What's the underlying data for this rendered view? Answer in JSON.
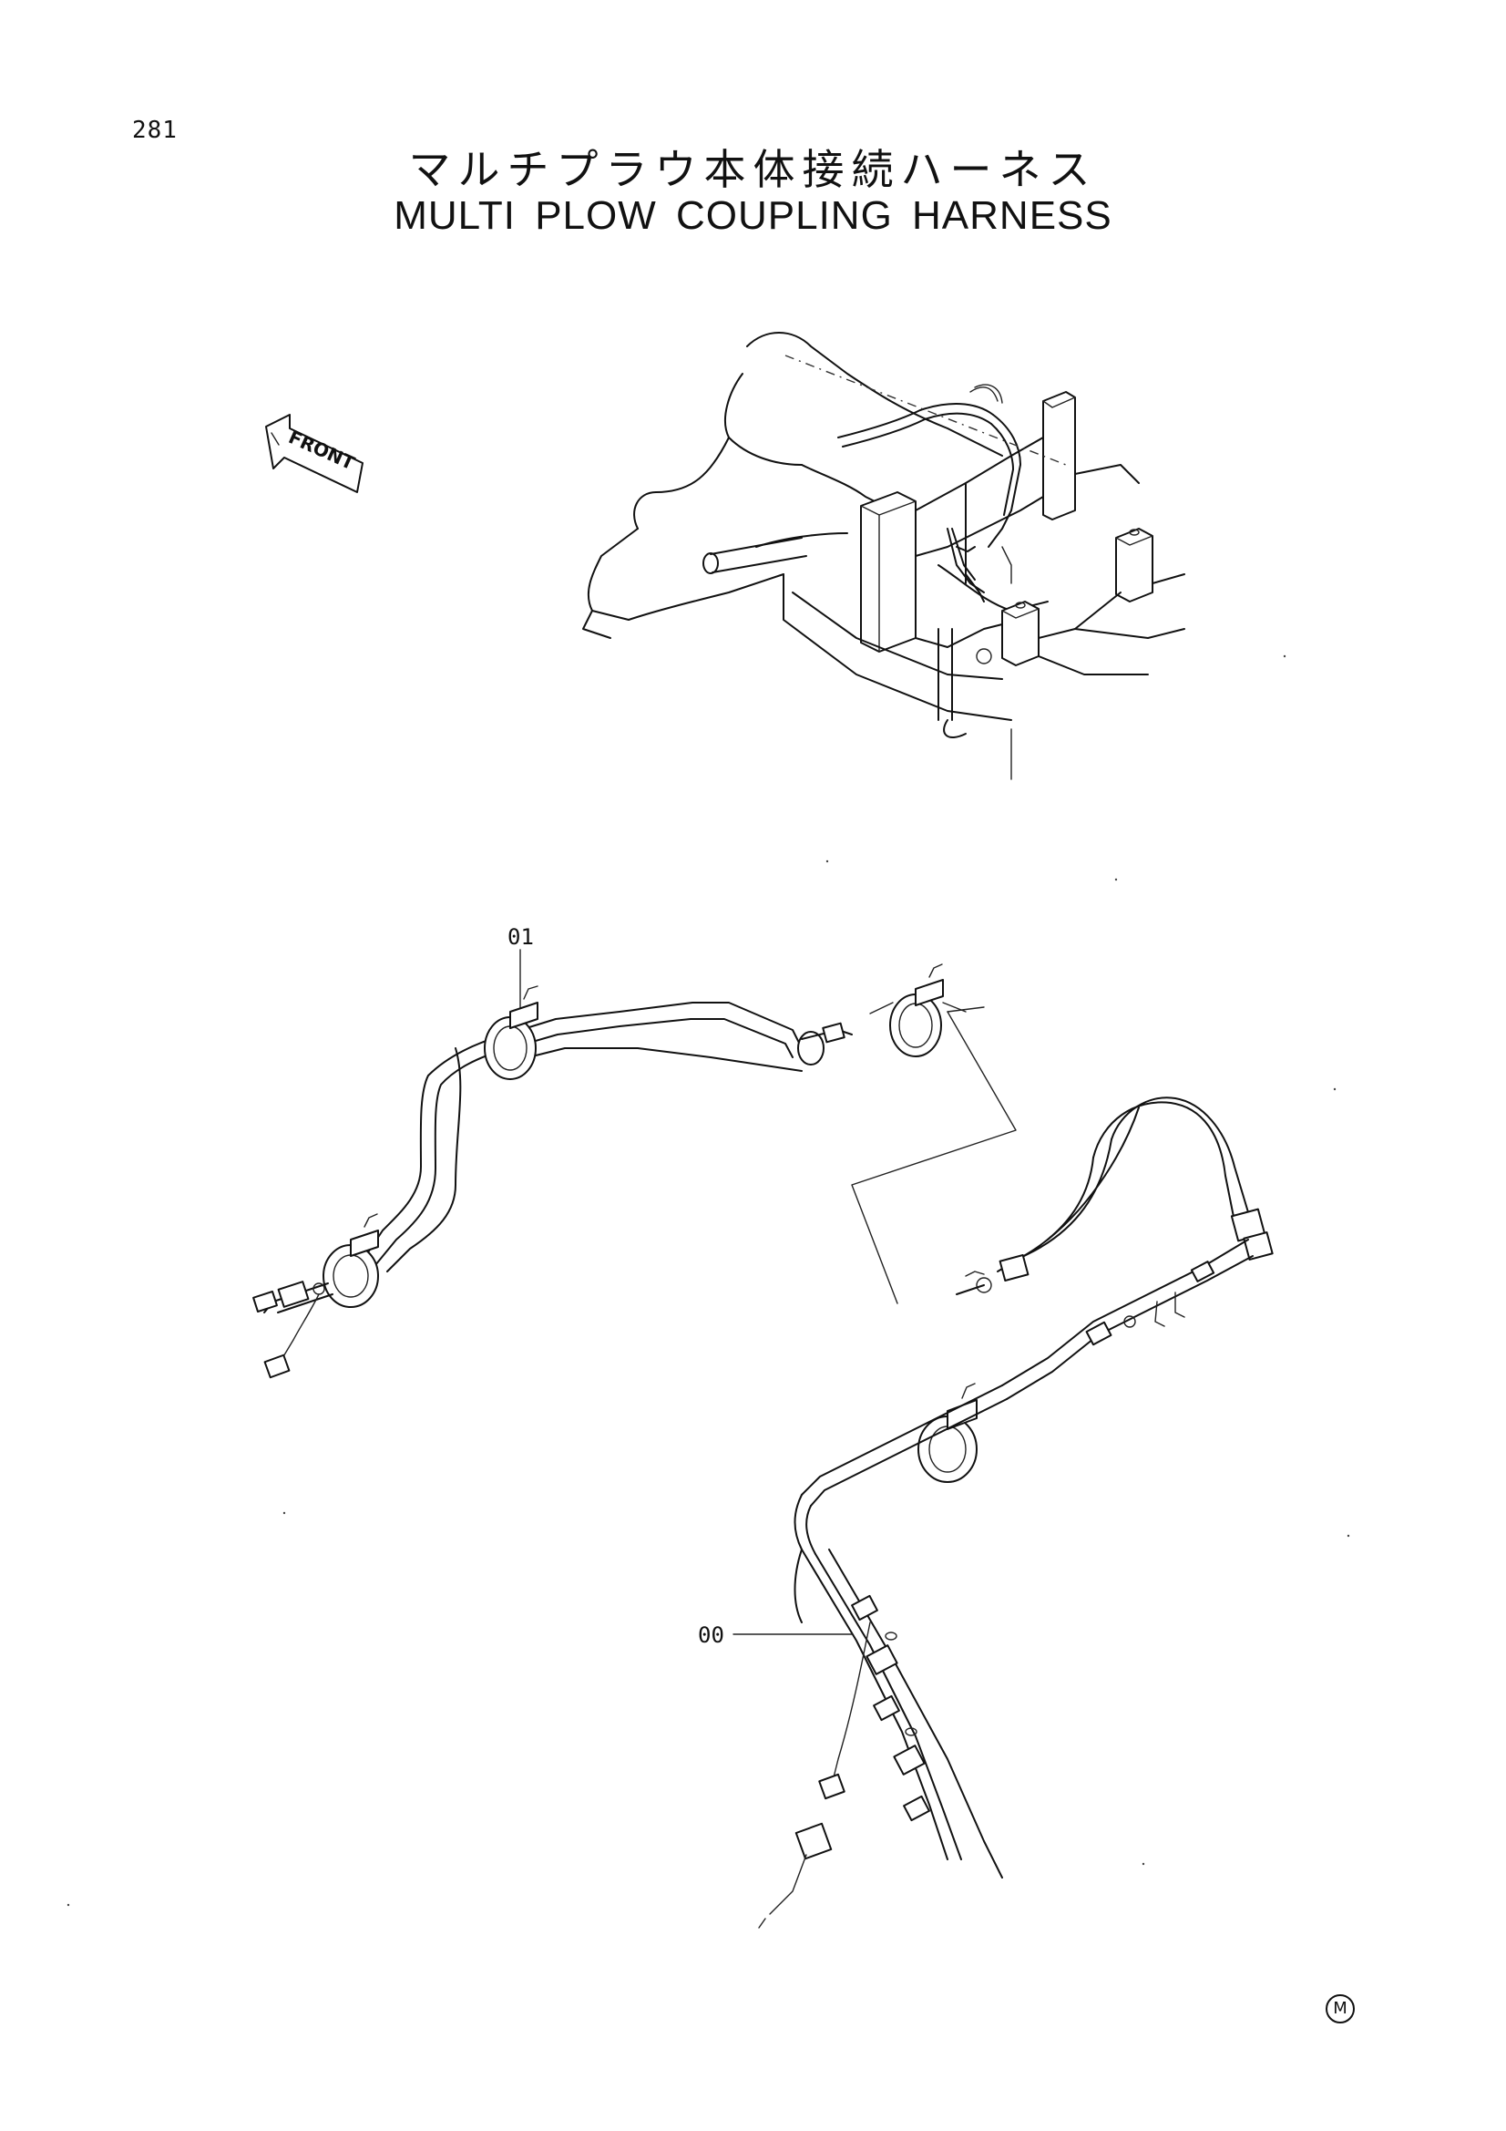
{
  "page": {
    "number": "281",
    "title_jp": "マルチプラウ本体接続ハーネス",
    "title_en": "MULTI PLOW COUPLING HARNESS"
  },
  "labels": {
    "front": "FRONT"
  },
  "callouts": [
    {
      "id": "01"
    },
    {
      "id": "00"
    }
  ],
  "marker": "M",
  "icons": {
    "front_arrow": "front-arrow-icon",
    "marker": "circled-m-icon"
  }
}
